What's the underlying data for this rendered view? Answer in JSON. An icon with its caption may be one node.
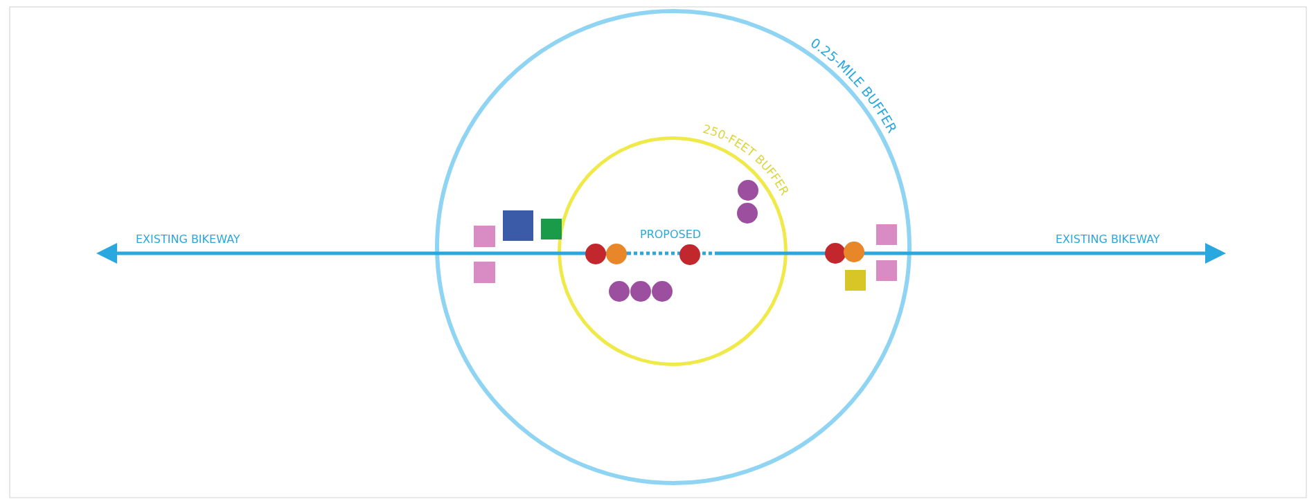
{
  "diagram": {
    "nodes": [
      {
        "text": [
          "0.25-MILE BUFFER"
        ]
      },
      {
        "text": [
          "250-FEET BUFFER"
        ],
        "in": 0
      }
    ],
    "labels": [
      "EXISTING BIKEWAY",
      "PROPOSED",
      "EXISTING BIKEWAY"
    ]
  }
}
